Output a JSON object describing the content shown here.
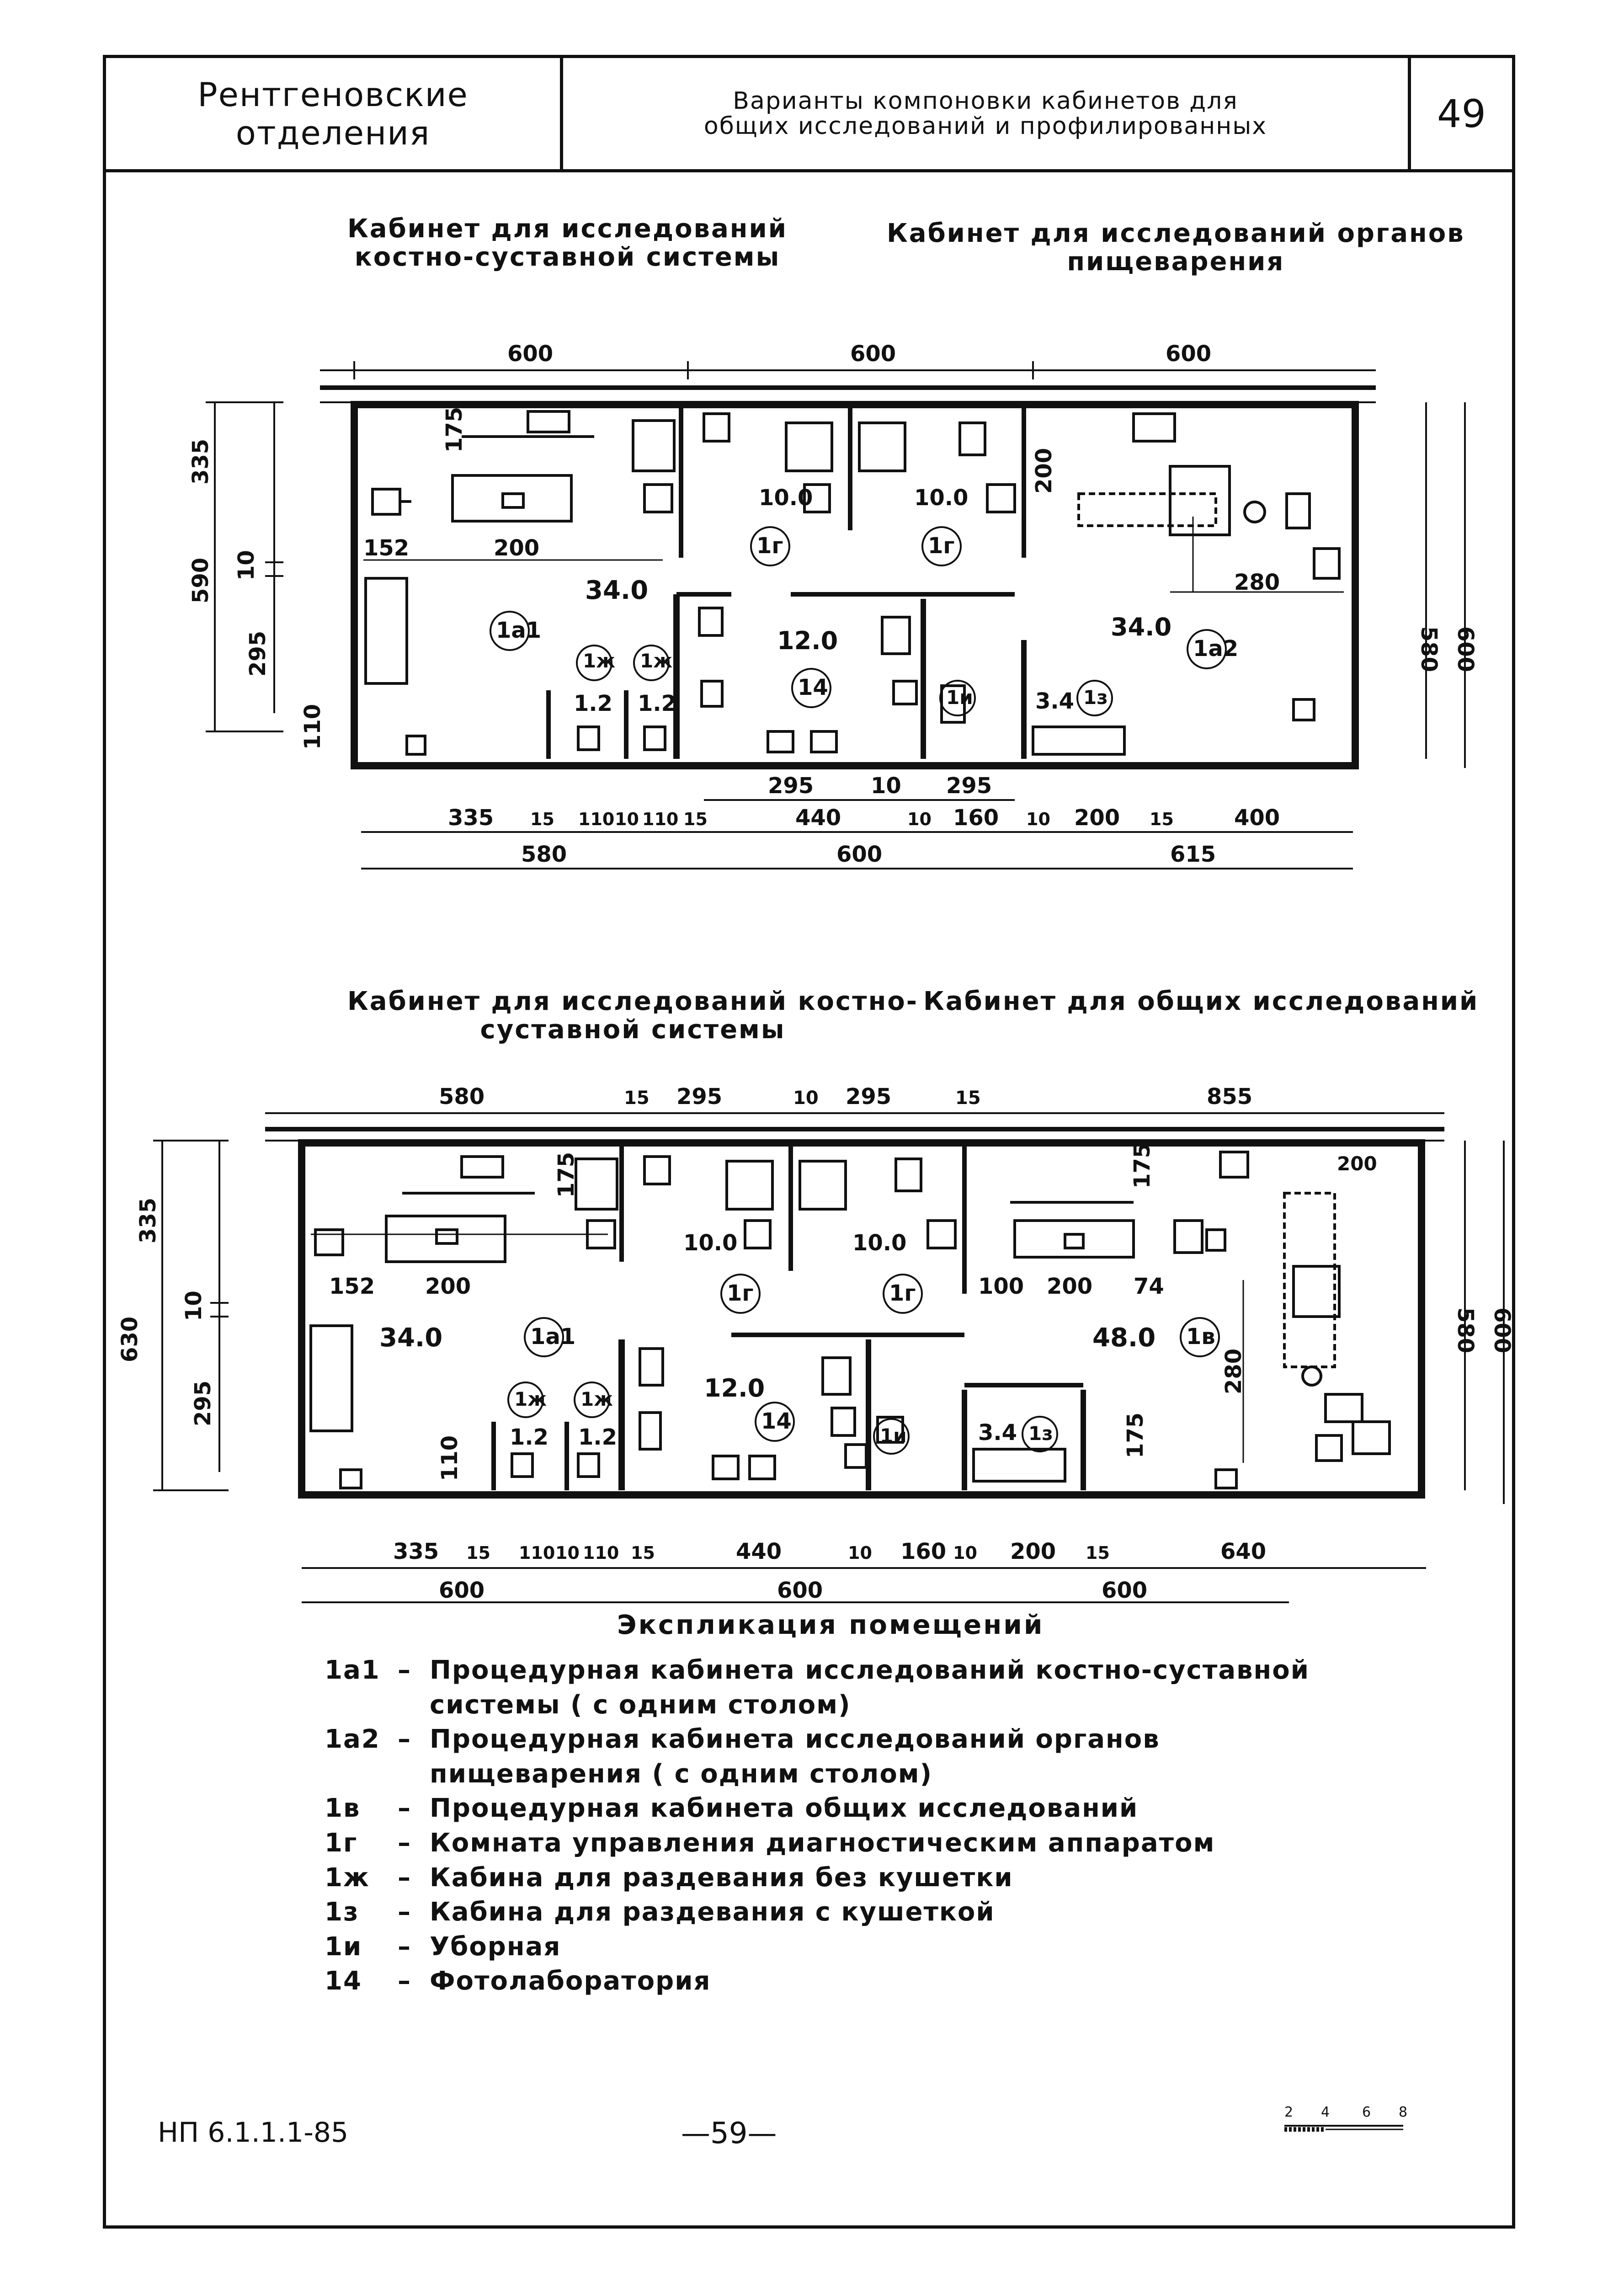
{
  "header": {
    "section": "Рентгеновские отделения",
    "title_line1": "Варианты компоновки кабинетов для",
    "title_line2": "общих исследований и профилированных",
    "sheet_number": "49"
  },
  "plan_top": {
    "title_left": [
      "Кабинет для исследований",
      "костно-суставной системы"
    ],
    "title_right": [
      "Кабинет для исследований органов",
      "пищеварения"
    ],
    "top_dims": [
      "600",
      "600",
      "600"
    ],
    "left_dims": [
      "335",
      "10",
      "295",
      "590",
      "110"
    ],
    "right_dims": [
      "580",
      "600"
    ],
    "inner_dims": [
      "175",
      "152",
      "200",
      "200",
      "280"
    ],
    "areas": [
      "34.0",
      "10.0",
      "10.0",
      "12.0",
      "34.0",
      "1.2",
      "1.2",
      "3.4"
    ],
    "room_codes": [
      "1a1",
      "1г",
      "1г",
      "14",
      "1a2",
      "1ж",
      "1ж",
      "1и",
      "1з"
    ],
    "bottom_dims_row0": [
      "295",
      "10",
      "295"
    ],
    "bottom_dims_row1": [
      "335",
      "15",
      "110",
      "10",
      "110",
      "15",
      "440",
      "10",
      "160",
      "10",
      "200",
      "15",
      "400"
    ],
    "bottom_dims_row2": [
      "580",
      "600",
      "615"
    ]
  },
  "plan_bottom": {
    "title_left": [
      "Кабинет для исследований костно-",
      "суставной системы"
    ],
    "title_right": [
      "Кабинет для общих исследований"
    ],
    "top_dims": [
      "580",
      "15",
      "295",
      "10",
      "295",
      "15",
      "855"
    ],
    "left_dims": [
      "335",
      "10",
      "295",
      "630",
      "110"
    ],
    "right_dims": [
      "580",
      "600"
    ],
    "inner_dims": [
      "175",
      "152",
      "200",
      "100",
      "200",
      "74",
      "175",
      "200",
      "280",
      "175"
    ],
    "areas": [
      "34.0",
      "10.0",
      "10.0",
      "12.0",
      "48.0",
      "1.2",
      "1.2",
      "3.4"
    ],
    "room_codes": [
      "1a1",
      "1г",
      "1г",
      "14",
      "1в",
      "1ж",
      "1ж",
      "1и",
      "1з"
    ],
    "bottom_dims_row1": [
      "335",
      "15",
      "110",
      "10",
      "110",
      "15",
      "440",
      "10",
      "160",
      "10",
      "200",
      "15",
      "640"
    ],
    "bottom_dims_row2": [
      "600",
      "600",
      "600"
    ]
  },
  "explication": {
    "title": "Экспликация помещений",
    "items": [
      {
        "code": "1а1",
        "text": "Процедурная кабинета исследований костно-суставной системы ( с одним столом)"
      },
      {
        "code": "1а2",
        "text": "Процедурная кабинета исследований органов пищеварения ( с одним столом)"
      },
      {
        "code": "1в",
        "text": "Процедурная кабинета общих исследований"
      },
      {
        "code": "1г",
        "text": "Комната управления диагностическим аппаратом"
      },
      {
        "code": "1ж",
        "text": "Кабина для раздевания без кушетки"
      },
      {
        "code": "1з",
        "text": "Кабина для раздевания с кушеткой"
      },
      {
        "code": "1и",
        "text": "Уборная"
      },
      {
        "code": "14",
        "text": "Фотолаборатория"
      }
    ]
  },
  "footer": {
    "document_code": "НП 6.1.1.1-85",
    "page": "—59—",
    "scale_labels": [
      "2",
      "4",
      "6",
      "8"
    ]
  }
}
